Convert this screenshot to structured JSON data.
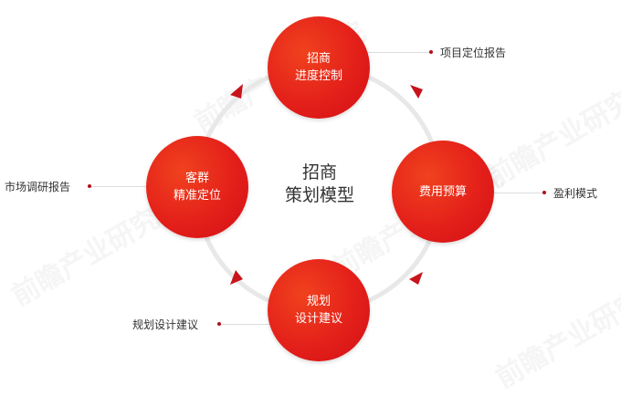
{
  "title": {
    "line1": "招商",
    "line2": "策划模型"
  },
  "nodes": [
    {
      "line1": "招商",
      "line2": "进度控制",
      "output": "项目定位报告"
    },
    {
      "line1": "费用预算",
      "line2": "",
      "output": "盈利模式"
    },
    {
      "line1": "规划",
      "line2": "设计建议",
      "output": "规划设计建议"
    },
    {
      "line1": "客群",
      "line2": "精准定位",
      "output": "市场调研报告"
    }
  ],
  "watermark": "前瞻产业研究院",
  "colors": {
    "node": "#e4201a",
    "ring": "#e6e6e6",
    "arrow": "#c8141c"
  }
}
